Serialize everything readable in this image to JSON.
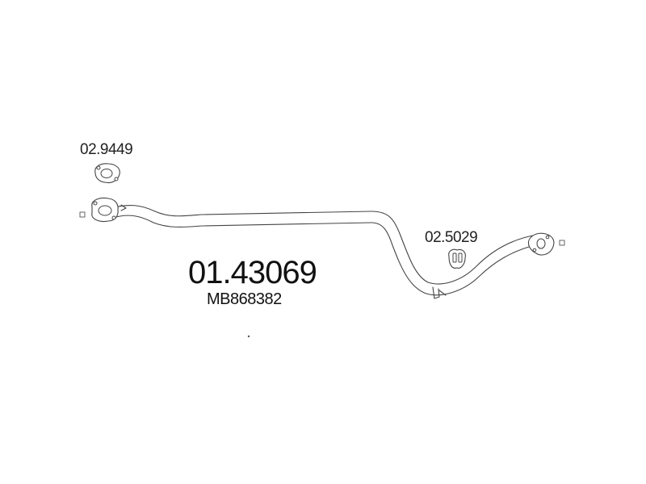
{
  "diagram": {
    "main_part_number": "01.43069",
    "oem_number": "MB868382",
    "components": [
      {
        "name": "gasket",
        "part_number": "02.9449"
      },
      {
        "name": "rubber-hanger",
        "part_number": "02.5029"
      }
    ]
  },
  "colors": {
    "line": "#444444",
    "text": "#111111",
    "background": "#ffffff"
  }
}
